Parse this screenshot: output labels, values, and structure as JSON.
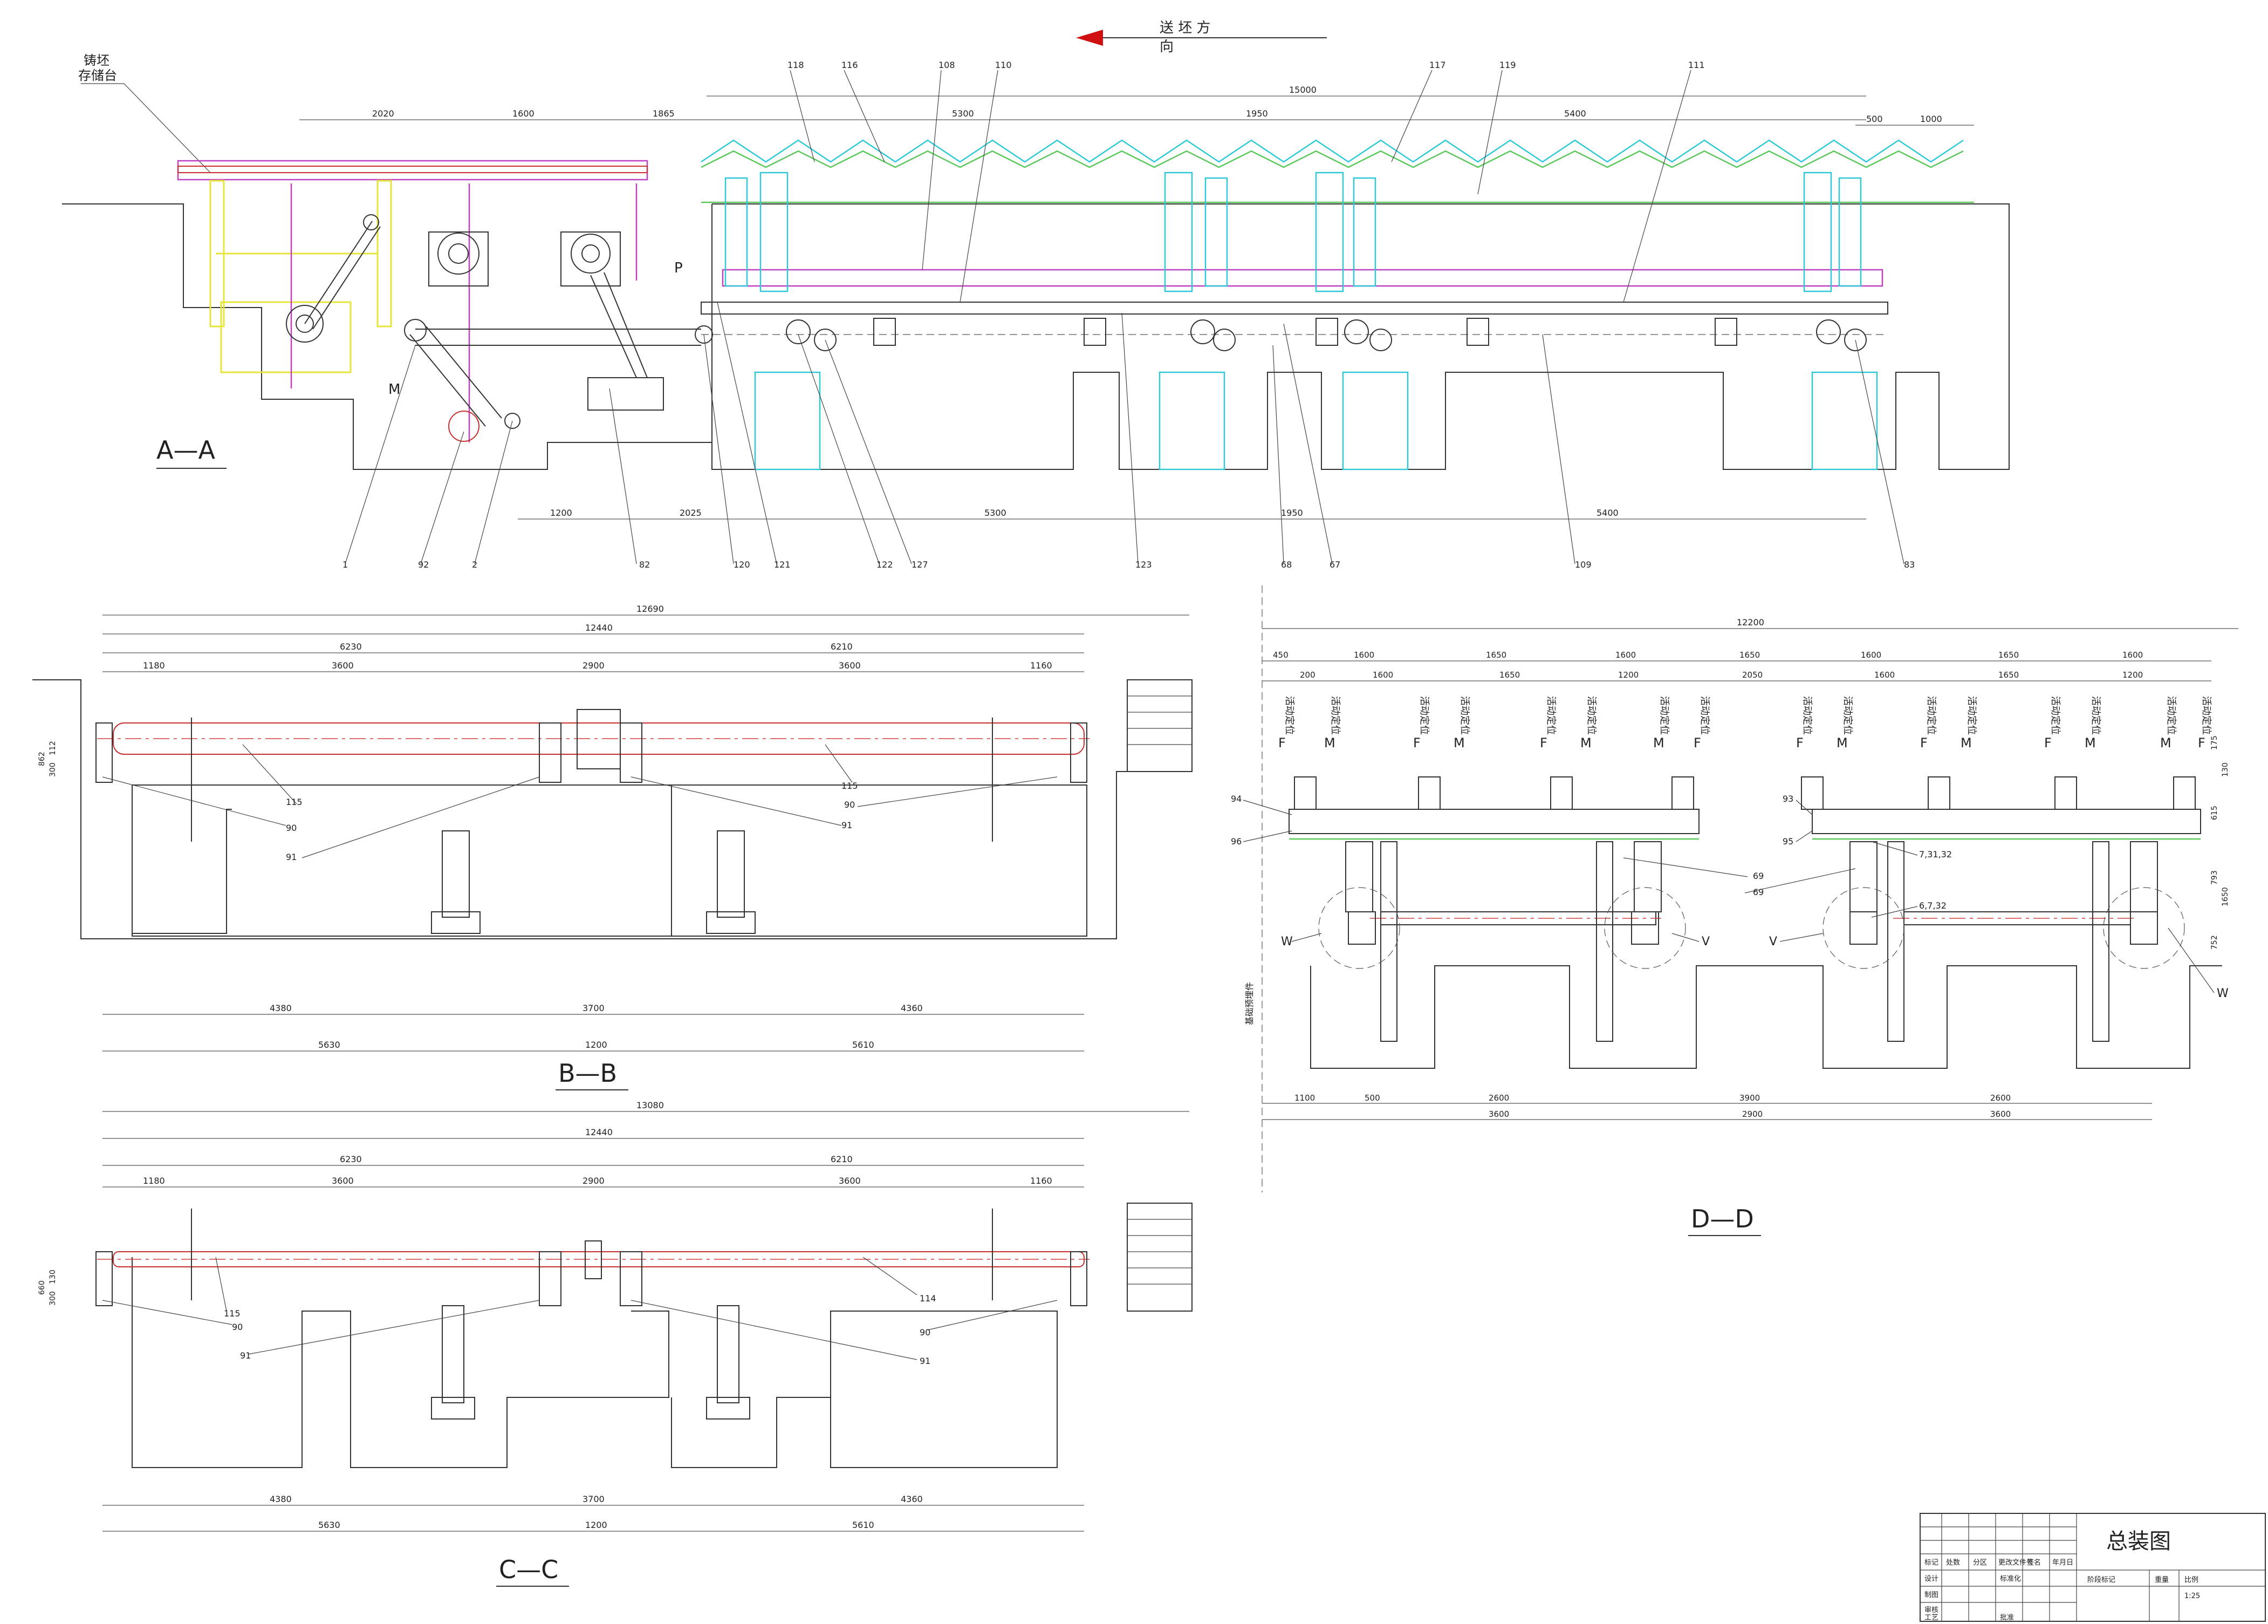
{
  "direction": {
    "label_top": "送 坯 方",
    "label_bottom": "向"
  },
  "storage_label": {
    "line1": "铸坯",
    "line2": "存储台"
  },
  "views": {
    "aa": "A—A",
    "bb": "B—B",
    "cc": "C—C",
    "dd": "D—D"
  },
  "aa_top_dims": [
    "2020",
    "1600",
    "1865",
    "5300",
    "1950",
    "5400",
    "15000",
    "500",
    "1000"
  ],
  "aa_bottom_dims": [
    "1200",
    "2025",
    "5300",
    "1950",
    "5400"
  ],
  "aa_top_callouts": [
    "118",
    "116",
    "108",
    "110",
    "117",
    "119",
    "111"
  ],
  "aa_bottom_callouts": [
    "1",
    "92",
    "2",
    "82",
    "120",
    "121",
    "122",
    "127",
    "123",
    "68",
    "67",
    "109",
    "83"
  ],
  "aa_letters": {
    "p": "P",
    "m": "M"
  },
  "bb_dims_top": [
    "12690",
    "12440",
    "6230",
    "6210",
    "1180",
    "3600",
    "2900",
    "3600",
    "1160"
  ],
  "bb_dims_bottom": [
    "4380",
    "3700",
    "4360",
    "5630",
    "1200",
    "5610"
  ],
  "bb_side_dims": [
    "862",
    "300",
    "112"
  ],
  "bb_callouts": [
    "115",
    "115",
    "90",
    "90",
    "91",
    "91"
  ],
  "cc_dims_top": [
    "13080",
    "12440",
    "6230",
    "6210",
    "1180",
    "3600",
    "2900",
    "3600",
    "1160"
  ],
  "cc_dims_bottom": [
    "4380",
    "3700",
    "4360",
    "5630",
    "1200",
    "5610"
  ],
  "cc_side_dims": [
    "660",
    "300",
    "130"
  ],
  "cc_callouts": [
    "115",
    "114",
    "90",
    "90",
    "91",
    "91"
  ],
  "dd_dims_top": [
    "12200",
    "450",
    "1600",
    "1650",
    "1600",
    "1650",
    "1600",
    "1650",
    "1600",
    "200",
    "1600",
    "1650",
    "1200",
    "2050",
    "1600",
    "1650",
    "1200"
  ],
  "dd_dims_bottom": [
    "1100",
    "500",
    "2600",
    "3900",
    "2600",
    "3600",
    "2900",
    "3600"
  ],
  "dd_side_dims": [
    "175",
    "130",
    "615",
    "793",
    "1650",
    "752"
  ],
  "dd_callouts": [
    "94",
    "96",
    "93",
    "95",
    "69",
    "69",
    "7,31,32",
    "6,7,32",
    "W",
    "V",
    "V",
    "W"
  ],
  "dd_vertical_labels": {
    "fixed": "活动定位",
    "mark_f": "F",
    "mark_m": "M",
    "side_note": "基础预埋件"
  },
  "title_block": {
    "drawing_title": "总装图",
    "headers": [
      "标记",
      "处数",
      "分区",
      "更改文件号",
      "签名",
      "年月日"
    ],
    "rows": [
      "设计",
      "制图",
      "审核",
      "工艺"
    ],
    "extra": [
      "标准化",
      "批准"
    ],
    "right_headers": [
      "阶段标记",
      "重量",
      "比例"
    ],
    "scale": "1:25"
  },
  "colors": {
    "magenta": "#c040c0",
    "cyan": "#30c8d8",
    "green": "#5ac85a",
    "yellow": "#e6e63a",
    "red_arrow": "#d01010"
  }
}
